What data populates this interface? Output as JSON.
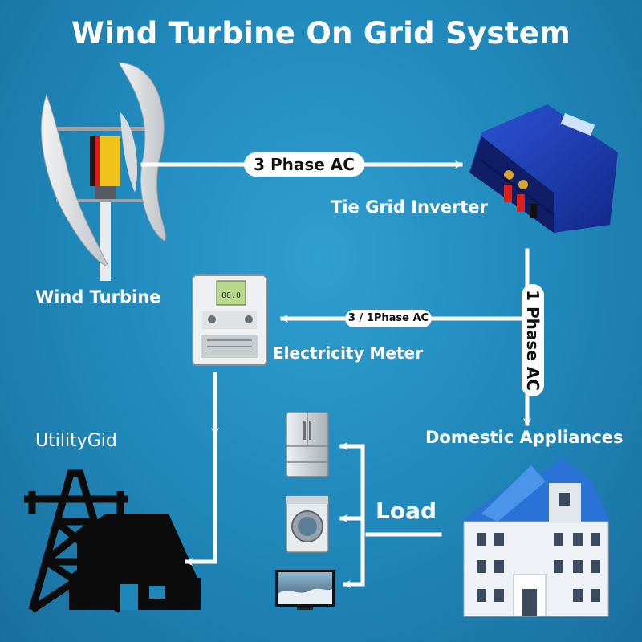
{
  "title": "Wind Turbine On Grid System",
  "labels": {
    "wind_turbine": "Wind Turbine",
    "tie_grid_inverter": "Tie Grid Inverter",
    "electricity_meter": "Electricity Meter",
    "utility_grid": "UtilityGid",
    "domestic_appliances": "Domestic Appliances",
    "load": "Load"
  },
  "connections": {
    "turbine_to_inverter": "3 Phase AC",
    "inverter_to_meter": "3 / 1Phase AC",
    "inverter_to_appliances": "1 Phase AC"
  },
  "meter_display": "00.0",
  "colors": {
    "background": "#1f86b8",
    "arrow": "#ffffff",
    "inverter": "#1d3fb0",
    "house_roof": "#2a73d6",
    "silhouette": "#0b0b0b"
  }
}
